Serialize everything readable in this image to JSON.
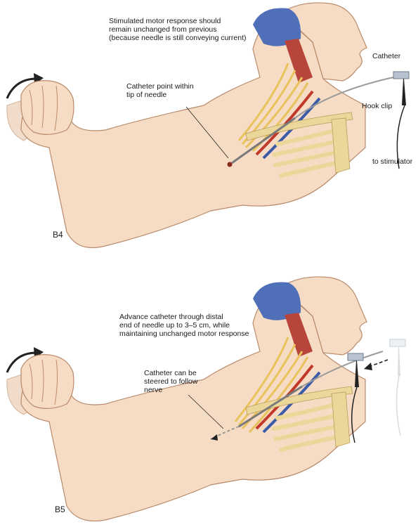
{
  "panels": [
    {
      "id": "B4",
      "annotations": {
        "motor_response": "Stimulated motor response should\nremain unchanged from previous\n(because needle is still conveying current)",
        "catheter_point": "Catheter point within\ntip of needle",
        "catheter": "Catheter",
        "hook_clip": "Hook clip",
        "to_stimulator": "to stimulator"
      }
    },
    {
      "id": "B5",
      "annotations": {
        "advance": "Advance catheter through distal\nend of needle up to 3–5 cm, while\nmaintaining unchanged motor response",
        "steered": "Catheter can be\nsteered to follow\nnerve"
      }
    }
  ],
  "colors": {
    "skin": "#f6dcc4",
    "skin_shadow": "#e9c3a3",
    "skin_outline": "#b98a6a",
    "hair_cap": "#4f6fb8",
    "muscle": "#b8453a",
    "bone": "#ecd79a",
    "nerve": "#e8c25a",
    "artery": "#c0392b",
    "vein": "#3b5aa8",
    "clip": "#222222"
  }
}
